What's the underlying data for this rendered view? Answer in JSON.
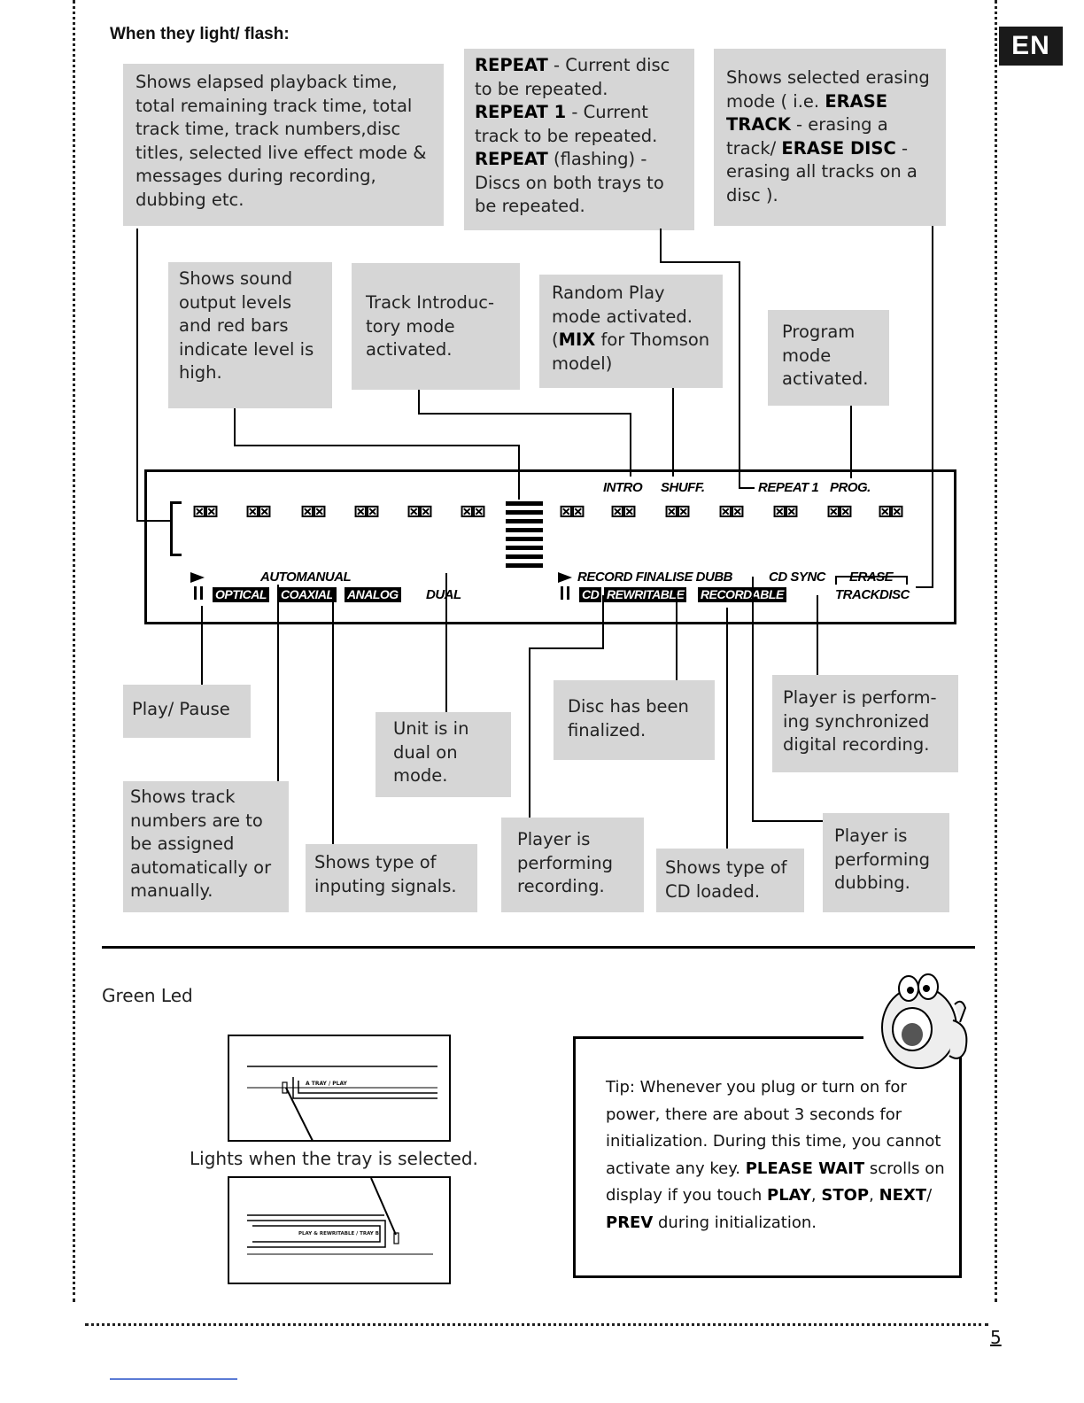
{
  "heading": "When they light/ flash:",
  "lang_badge": "EN",
  "callouts": {
    "elapsed": "Shows elapsed playback time, total remaining track time, total track time, track numbers,disc titles, selected live effect mode & messages during recording, dubbing etc.",
    "repeat": {
      "l1_bold": "REPEAT",
      "l1_text": " - Current disc to be repeated.",
      "l2_bold": "REPEAT 1",
      "l2_text": " - Current track to be repeated.",
      "l3_bold": "REPEAT",
      "l3_text": " (flashing) - Discs on both trays to be repeated."
    },
    "erase": {
      "t1": "Shows selected erasing mode ( i.e. ",
      "b1": "ERASE TRACK",
      "t2": " - erasing a track/ ",
      "b2": "ERASE DISC",
      "t3": " - erasing all tracks on a disc )."
    },
    "sound": "Shows sound output levels and red bars indicate level is high.",
    "intro": "Track Introduc-tory mode activated.",
    "random": {
      "t1": "Random Play mode activated. (",
      "b1": "MIX",
      "t2": " for Thomson model)"
    },
    "program": "Program mode activated.",
    "play_pause": "Play/ Pause",
    "dual": "Unit is in dual on mode.",
    "finalized": "Disc has been finalized.",
    "sync": "Player is perform-ing synchronized digital recording.",
    "track_assign": "Shows track numbers are to be assigned automatically or manually.",
    "input_type": "Shows type of inputing signals.",
    "recording": "Player is performing recording.",
    "cd_type": "Shows type of CD loaded.",
    "dubbing": "Player is performing dubbing."
  },
  "display": {
    "segment_glyph": "⊠⊠",
    "intro": "INTRO",
    "shuff": "SHUFF.",
    "repeat1": "REPEAT 1",
    "prog": "PROG.",
    "automanual": "AUTOMANUAL",
    "optical": "OPTICAL",
    "coaxial": "COAXIAL",
    "analog": "ANALOG",
    "dual": "DUAL",
    "record_row": "RECORD  FINALISE  DUBB",
    "cd_sync": "CD SYNC",
    "erase": "ERASE",
    "trackdisc": "TRACKDISC",
    "cd": "CD",
    "rewritable": "REWRITABLE",
    "recordable": "RECORDABLE"
  },
  "green_led": {
    "title": "Green Led",
    "panel_a": "A  TRAY / PLAY",
    "panel_b": "PLAY & REWRITABLE / TRAY B",
    "caption": "Lights when the tray is selected."
  },
  "tip": {
    "t1": "Tip: Whenever you plug or turn on for power, there are about 3 seconds for initialization. During this time, you cannot activate any key. ",
    "b1": "PLEASE WAIT",
    "t2": " scrolls on display if you touch ",
    "b2": "PLAY",
    "t3": ", ",
    "b3": "STOP",
    "t4": ", ",
    "b4": "NEXT",
    "t5": "/ ",
    "b5": "PREV",
    "t6": " during initialization."
  },
  "page_number": "5"
}
